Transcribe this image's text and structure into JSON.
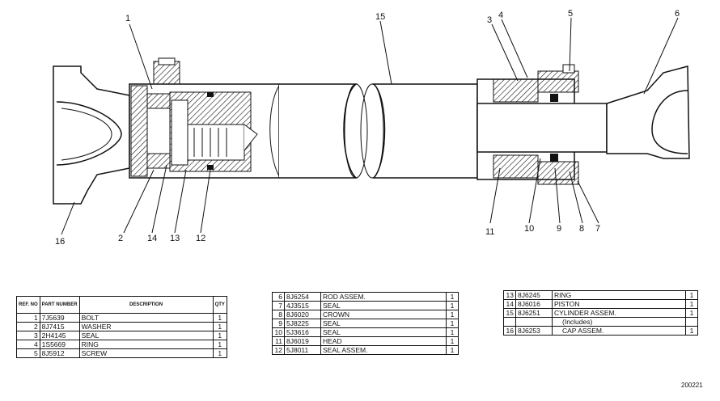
{
  "figure_number": "200221",
  "callouts": [
    "1",
    "2",
    "3",
    "4",
    "5",
    "6",
    "7",
    "8",
    "9",
    "10",
    "11",
    "12",
    "13",
    "14",
    "15",
    "16"
  ],
  "table1": {
    "headers": {
      "ref": "REF. NO",
      "part": "PART NUMBER",
      "desc": "DESCRIPTION",
      "qty": "QTY"
    },
    "rows": [
      {
        "ref": "1",
        "part": "7J5639",
        "desc": "BOLT",
        "qty": "1"
      },
      {
        "ref": "2",
        "part": "8J7415",
        "desc": "WASHER",
        "qty": "1"
      },
      {
        "ref": "3",
        "part": "2H4145",
        "desc": "SEAL",
        "qty": "1"
      },
      {
        "ref": "4",
        "part": "1S5669",
        "desc": "RING",
        "qty": "1"
      },
      {
        "ref": "5",
        "part": "8J5912",
        "desc": "SCREW",
        "qty": "1"
      }
    ]
  },
  "table2": {
    "rows": [
      {
        "ref": "6",
        "part": "8J6254",
        "desc": "ROD ASSEM.",
        "qty": "1"
      },
      {
        "ref": "7",
        "part": "4J3515",
        "desc": "SEAL",
        "qty": "1"
      },
      {
        "ref": "8",
        "part": "8J6020",
        "desc": "CROWN",
        "qty": "1"
      },
      {
        "ref": "9",
        "part": "5J8225",
        "desc": "SEAL",
        "qty": "1"
      },
      {
        "ref": "10",
        "part": "5J3616",
        "desc": "SEAL",
        "qty": "1"
      },
      {
        "ref": "11",
        "part": "8J6019",
        "desc": "HEAD",
        "qty": "1"
      },
      {
        "ref": "12",
        "part": "5J8011",
        "desc": "SEAL ASSEM.",
        "qty": "1"
      }
    ]
  },
  "table3": {
    "rows": [
      {
        "ref": "13",
        "part": "8J6245",
        "desc": "RING",
        "qty": "1"
      },
      {
        "ref": "14",
        "part": "8J6016",
        "desc": "PISTON",
        "qty": "1"
      },
      {
        "ref": "15",
        "part": "8J6251",
        "desc": "CYLINDER ASSEM.",
        "qty": "1"
      },
      {
        "ref": "",
        "part": "",
        "desc": "(Includes)",
        "qty": ""
      },
      {
        "ref": "16",
        "part": "8J6253",
        "desc": "CAP ASSEM.",
        "qty": "1"
      }
    ]
  }
}
